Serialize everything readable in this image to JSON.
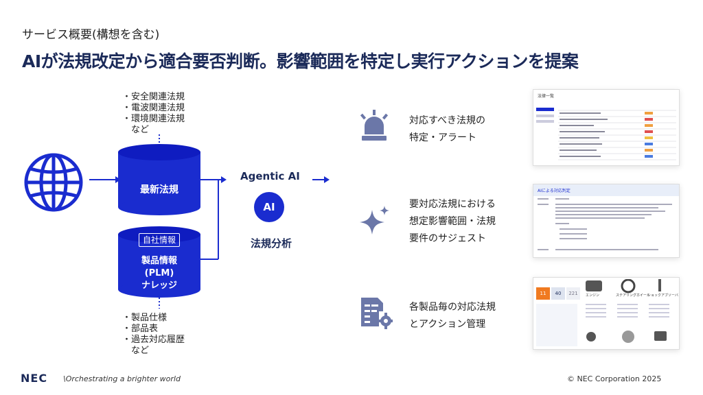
{
  "header": {
    "subtitle": "サービス概要(構想を含む)",
    "title": "AIが法規改定から適合要否判断。影響範囲を特定し実行アクションを提案"
  },
  "left": {
    "top_list": [
      "・安全関連法規",
      "・電波関連法規",
      "・環境関連法規",
      "　など"
    ],
    "db_latest": "最新法規",
    "internal_badge": "自社情報",
    "db_product_lines": [
      "製品情報",
      "(PLM)",
      "ナレッジ"
    ],
    "bottom_list": [
      "・製品仕様",
      "・部品表",
      "・過去対応履歴",
      "　など"
    ]
  },
  "center": {
    "agent_label": "Agentic AI",
    "ai_badge": "AI",
    "analysis_label": "法規分析"
  },
  "features": [
    {
      "lines": [
        "対応すべき法規の",
        "特定・アラート"
      ],
      "icon": "alert-light-icon"
    },
    {
      "lines": [
        "要対応法規における",
        "想定影響範囲・法規",
        "要件のサジェスト"
      ],
      "icon": "sparkle-icon"
    },
    {
      "lines": [
        "各製品毎の対応法規",
        "とアクション管理"
      ],
      "icon": "document-gear-icon"
    }
  ],
  "thumbs": {
    "list_title": "法律一覧",
    "ai_panel_title": "AIによる対応判定",
    "kpi_values": [
      "11",
      "40",
      "221"
    ],
    "products": [
      "エンジン",
      "ステアリングホイール",
      "ショックアブソーバ"
    ]
  },
  "footer": {
    "logo": "NEC",
    "tagline": "\\Orchestrating a brighter world",
    "copyright": "© NEC Corporation 2025"
  },
  "colors": {
    "primary": "#1a2ccf",
    "title": "#1b2a59",
    "icon": "#6b77a8"
  }
}
